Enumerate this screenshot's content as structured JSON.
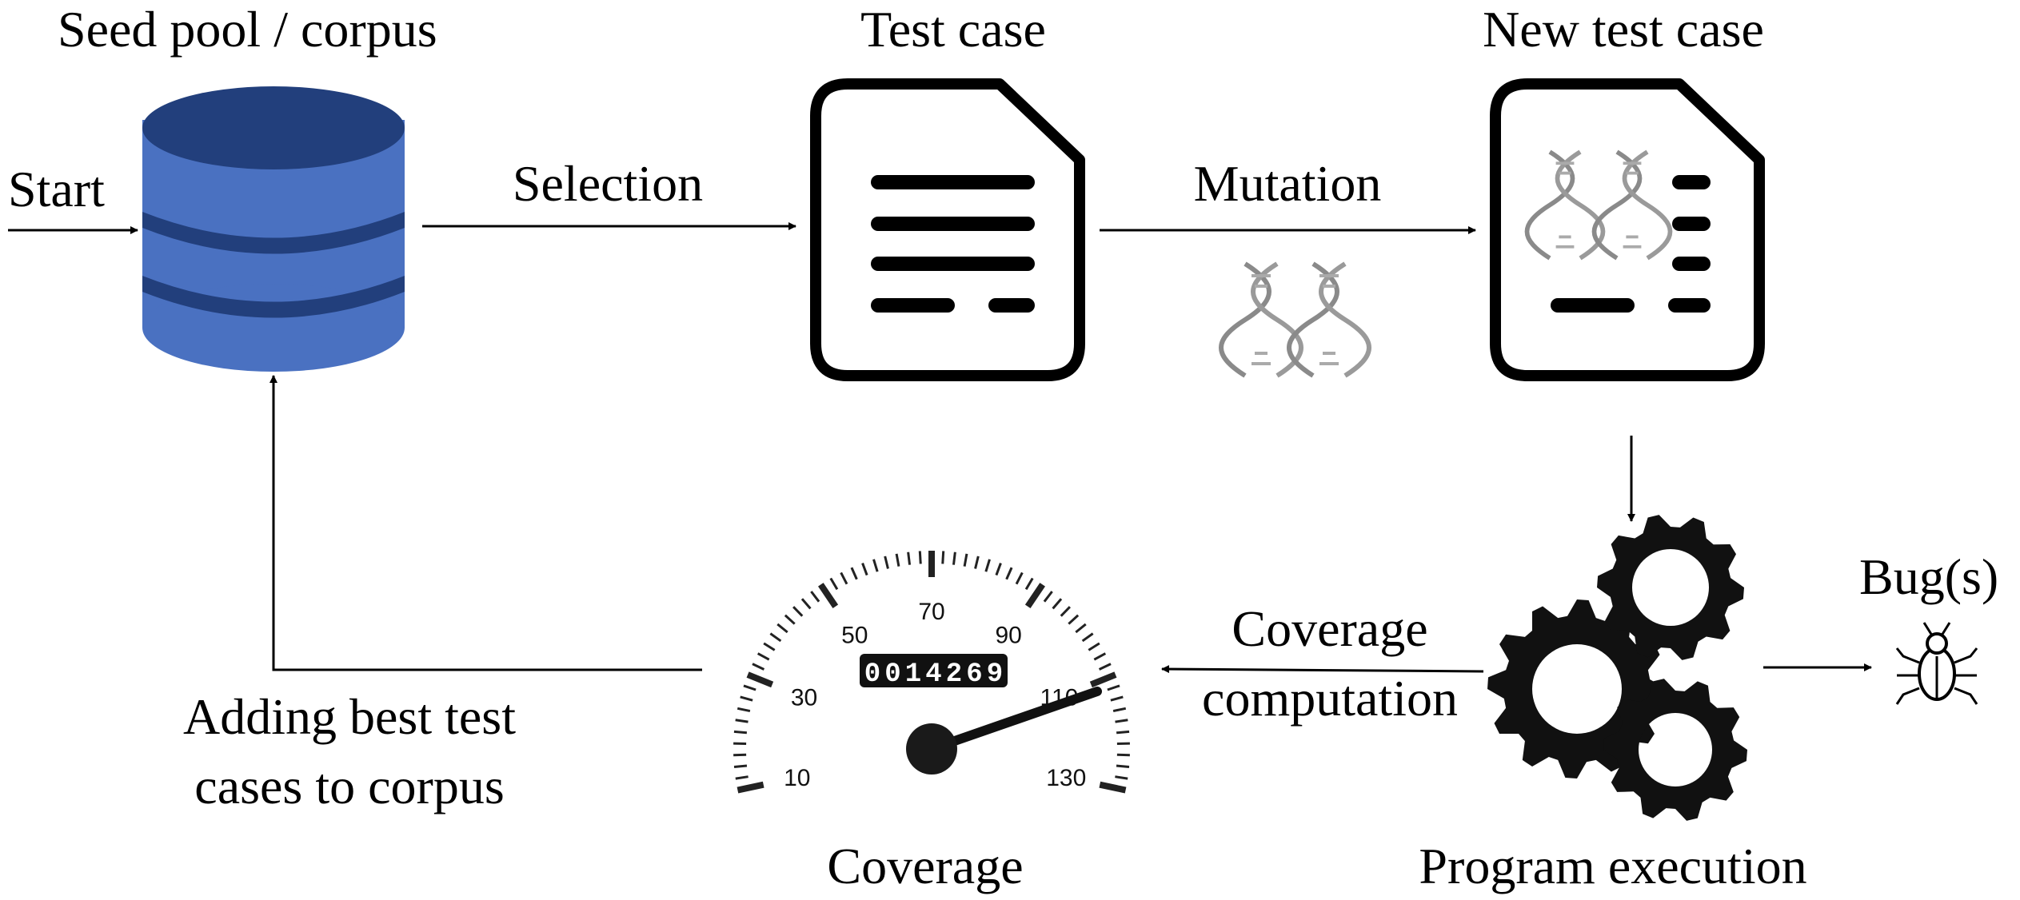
{
  "labels": {
    "seed_pool": "Seed pool / corpus",
    "test_case": "Test case",
    "new_test_case": "New test case",
    "start": "Start",
    "selection": "Selection",
    "mutation": "Mutation",
    "bugs": "Bug(s)",
    "coverage_computation_line1": "Coverage",
    "coverage_computation_line2": "computation",
    "adding_line1": "Adding best test",
    "adding_line2": "cases to corpus",
    "coverage": "Coverage",
    "program_execution": "Program execution"
  },
  "speedometer": {
    "ticks": [
      "10",
      "30",
      "50",
      "70",
      "90",
      "110",
      "130"
    ],
    "odometer_digits": [
      "0",
      "0",
      "1",
      "4",
      "2",
      "6",
      "9"
    ]
  },
  "colors": {
    "database": "#4a71c1",
    "database_dark": "#223f7c",
    "arrow": "#000000",
    "gear": "#111111",
    "dna": "#888888"
  },
  "icons": [
    "database-icon",
    "document-icon",
    "dna-icon",
    "speedometer-icon",
    "gear-icon",
    "bug-icon"
  ]
}
